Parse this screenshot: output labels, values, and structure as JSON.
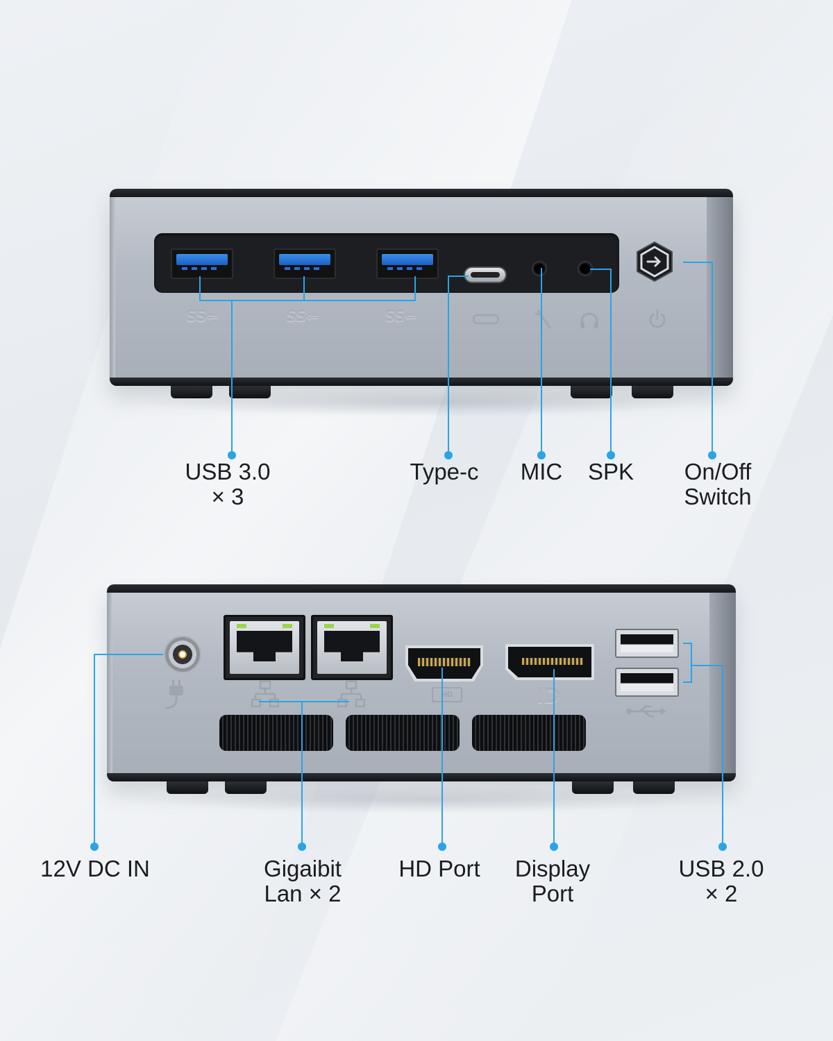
{
  "front": {
    "labels": {
      "usb3": [
        "USB 3.0",
        "× 3"
      ],
      "typec": "Type-c",
      "mic": "MIC",
      "spk": "SPK",
      "power": [
        "On/Off",
        "Switch"
      ]
    },
    "engravings": [
      "SS⇐",
      "SS⇐",
      "SS⇐"
    ]
  },
  "rear": {
    "labels": {
      "dc_in": "12V DC IN",
      "lan": [
        "Gigaibit",
        "Lan × 2"
      ],
      "hdmi": "HD Port",
      "displayport": [
        "Display",
        "Port"
      ],
      "usb2": [
        "USB 2.0",
        "× 2"
      ]
    },
    "engravings": {
      "hdmi": "HD",
      "dp": "ID"
    }
  },
  "colors": {
    "callout": "#2aa4e6",
    "usb3_blue": "#2a6fd6"
  },
  "icons": [
    "power-icon",
    "usb-icon",
    "mic-icon",
    "headphone-icon",
    "plug-icon",
    "lan-icon"
  ]
}
